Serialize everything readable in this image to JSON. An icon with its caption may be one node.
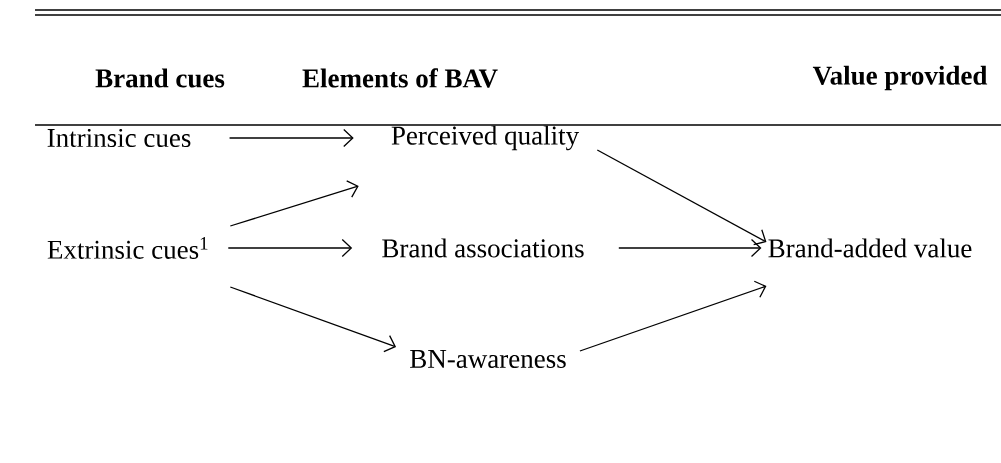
{
  "diagram": {
    "nodes": [
      {
        "text": [
          "Intrinsic cues"
        ]
      },
      {
        "text": [
          "Extrinsic cues$^{1}$"
        ]
      },
      {
        "text": [
          "Perceived quality"
        ]
      },
      {
        "text": [
          "Brand associations"
        ]
      },
      {
        "text": [
          "BN-awareness"
        ]
      },
      {
        "text": [
          "Brand-added value"
        ]
      }
    ],
    "edges": [
      {
        "from": 0,
        "to": 2,
        "arrow": "to"
      },
      {
        "from": 1,
        "to": 2,
        "arrow": "to"
      },
      {
        "from": 1,
        "to": 3,
        "arrow": "to"
      },
      {
        "from": 1,
        "to": 4,
        "arrow": "to"
      },
      {
        "from": 2,
        "to": 5,
        "arrow": "to"
      },
      {
        "from": 3,
        "to": 5,
        "arrow": "to"
      },
      {
        "from": 4,
        "to": 5,
        "arrow": "to"
      }
    ],
    "labels": [
      "Brand cues",
      "Elements of BAV",
      "Value provided"
    ]
  }
}
